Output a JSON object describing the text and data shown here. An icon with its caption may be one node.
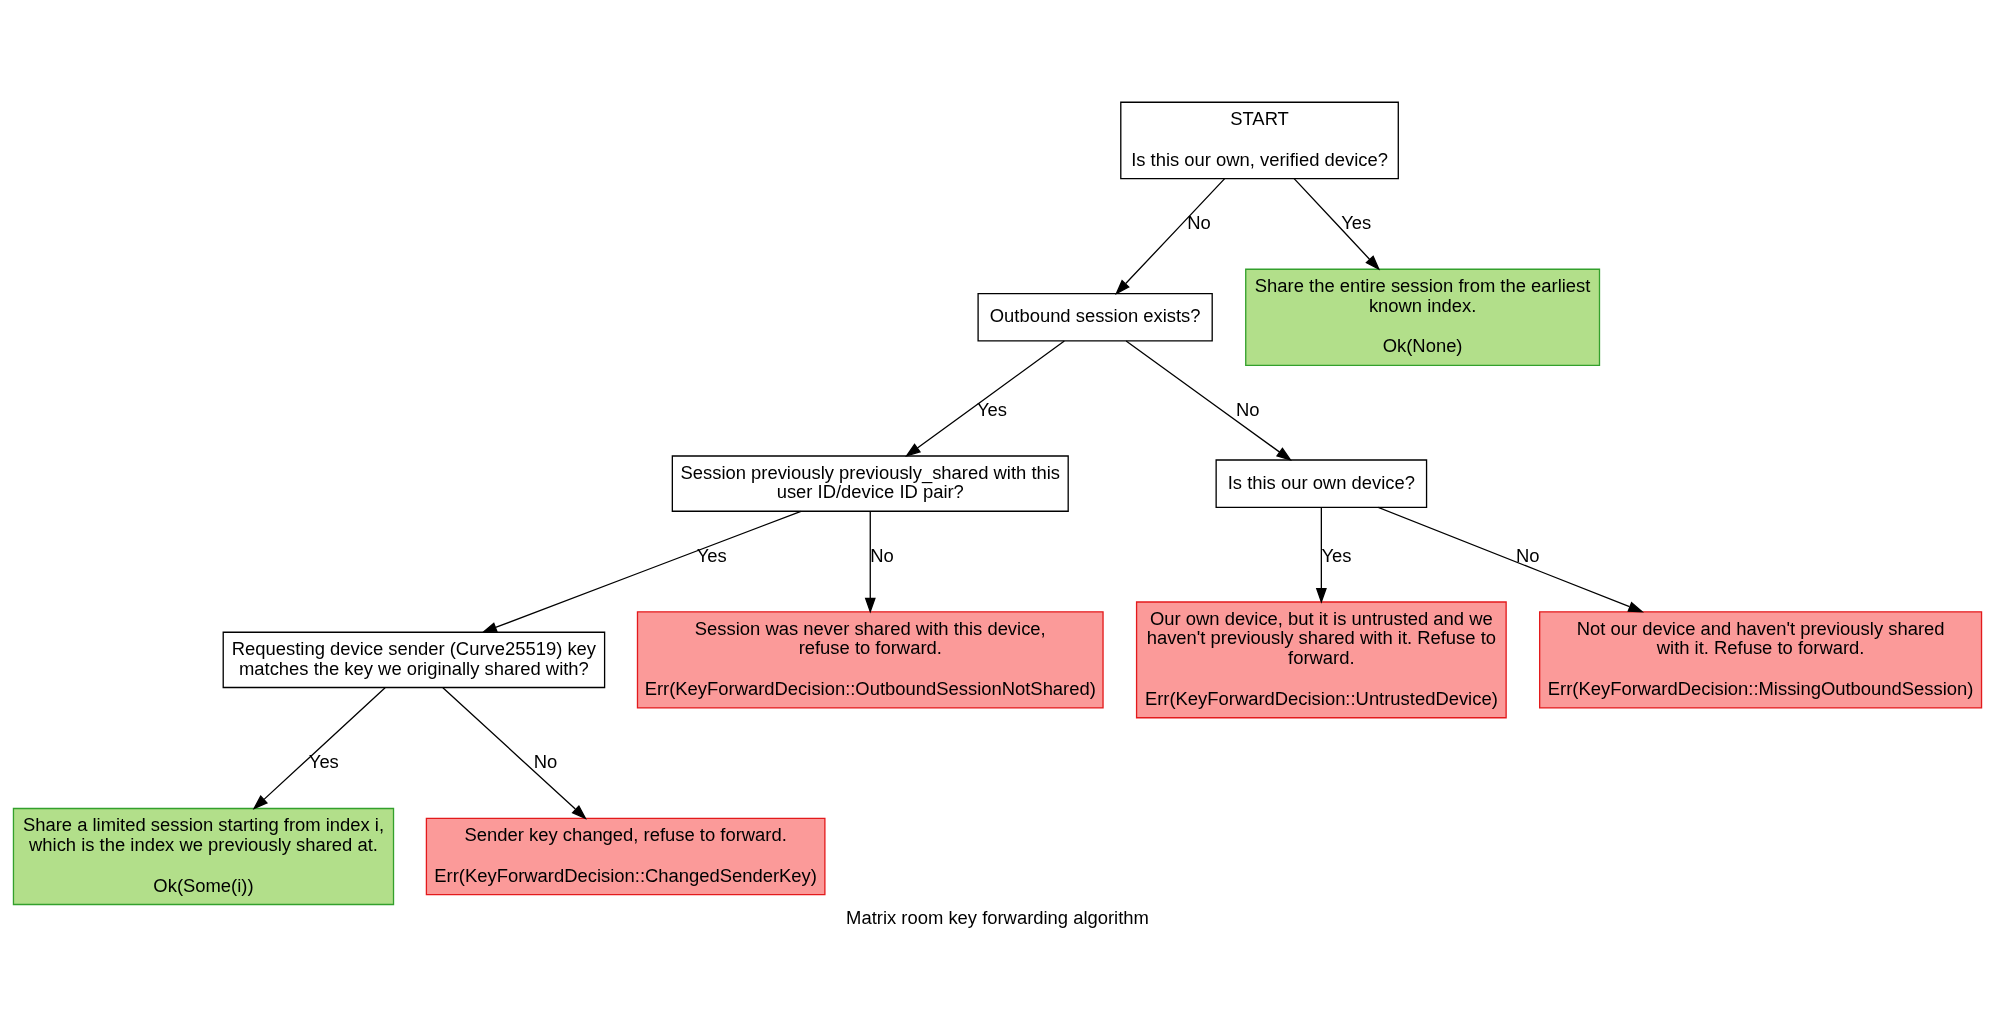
{
  "diagram": {
    "caption": "Matrix room key forwarding algorithm",
    "nodes": [
      {
        "text": [
          "START",
          "Is this our own, verified device?"
        ]
      },
      {
        "text": [
          "Outbound session exists?"
        ]
      },
      {
        "text": [
          "Share the entire session from the earliest known index.",
          "Ok(None)"
        ]
      },
      {
        "text": [
          "Session previously previously_shared with this user ID/device ID pair?"
        ]
      },
      {
        "text": [
          "Is this our own device?"
        ]
      },
      {
        "text": [
          "Requesting device sender (Curve25519) key matches the key we originally shared with?"
        ]
      },
      {
        "text": [
          "Session was never shared with this device, refuse to forward.",
          "Err(KeyForwardDecision::OutboundSessionNotShared)"
        ]
      },
      {
        "text": [
          "Our own device, but it is untrusted and we haven't previously shared with it. Refuse to forward.",
          "Err(KeyForwardDecision::UntrustedDevice)"
        ]
      },
      {
        "text": [
          "Not our device and haven't previously shared with it. Refuse to forward.",
          "Err(KeyForwardDecision::MissingOutboundSession)"
        ]
      },
      {
        "text": [
          "Share a limited session starting from index i, which is the index we previously shared at.",
          "Ok(Some(i))"
        ]
      },
      {
        "text": [
          "Sender key changed, refuse to forward.",
          "Err(KeyForwardDecision::ChangedSenderKey)"
        ]
      }
    ],
    "edges": [
      {
        "from": 0,
        "to": 1,
        "arrow": "to",
        "label": "No"
      },
      {
        "from": 0,
        "to": 2,
        "arrow": "to",
        "label": "Yes"
      },
      {
        "from": 1,
        "to": 3,
        "arrow": "to",
        "label": "Yes"
      },
      {
        "from": 1,
        "to": 4,
        "arrow": "to",
        "label": "No"
      },
      {
        "from": 3,
        "to": 5,
        "arrow": "to",
        "label": "Yes"
      },
      {
        "from": 3,
        "to": 6,
        "arrow": "to",
        "label": "No"
      },
      {
        "from": 4,
        "to": 7,
        "arrow": "to",
        "label": "Yes"
      },
      {
        "from": 4,
        "to": 8,
        "arrow": "to",
        "label": "No"
      },
      {
        "from": 5,
        "to": 9,
        "arrow": "to",
        "label": "Yes"
      },
      {
        "from": 5,
        "to": 10,
        "arrow": "to",
        "label": "No"
      }
    ]
  }
}
